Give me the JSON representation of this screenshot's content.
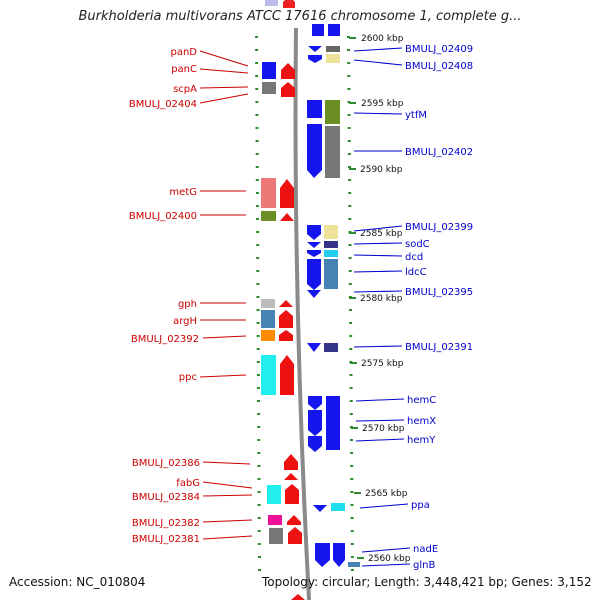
{
  "title": "Burkholderia multivorans ATCC 17616 chromosome 1, complete g...",
  "footer": {
    "accession": "Accession: NC_010804",
    "stats": "Topology: circular; Length: 3,448,421 bp; Genes: 3,152"
  },
  "colors": {
    "left_label": "#cc0000",
    "right_label": "#0000cc",
    "backbone": "#888888",
    "tick": "#2e8b2e"
  },
  "ruler": [
    "2600 kbp",
    "2595 kbp",
    "2590 kbp",
    "2585 kbp",
    "2580 kbp",
    "2575 kbp",
    "2570 kbp",
    "2565 kbp",
    "2560 kbp"
  ],
  "left_genes": [
    "panD",
    "panC",
    "scpA",
    "BMULJ_02404",
    "metG",
    "BMULJ_02400",
    "gph",
    "argH",
    "BMULJ_02392",
    "ppc",
    "BMULJ_02386",
    "fabG",
    "BMULJ_02384",
    "BMULJ_02382",
    "BMULJ_02381"
  ],
  "right_genes": [
    "BMULJ_02409",
    "BMULJ_02408",
    "ytfM",
    "BMULJ_02402",
    "BMULJ_02399",
    "sodC",
    "dcd",
    "ldcC",
    "BMULJ_02395",
    "BMULJ_02391",
    "hemC",
    "hemX",
    "hemY",
    "ppa",
    "nadE",
    "glnB"
  ]
}
